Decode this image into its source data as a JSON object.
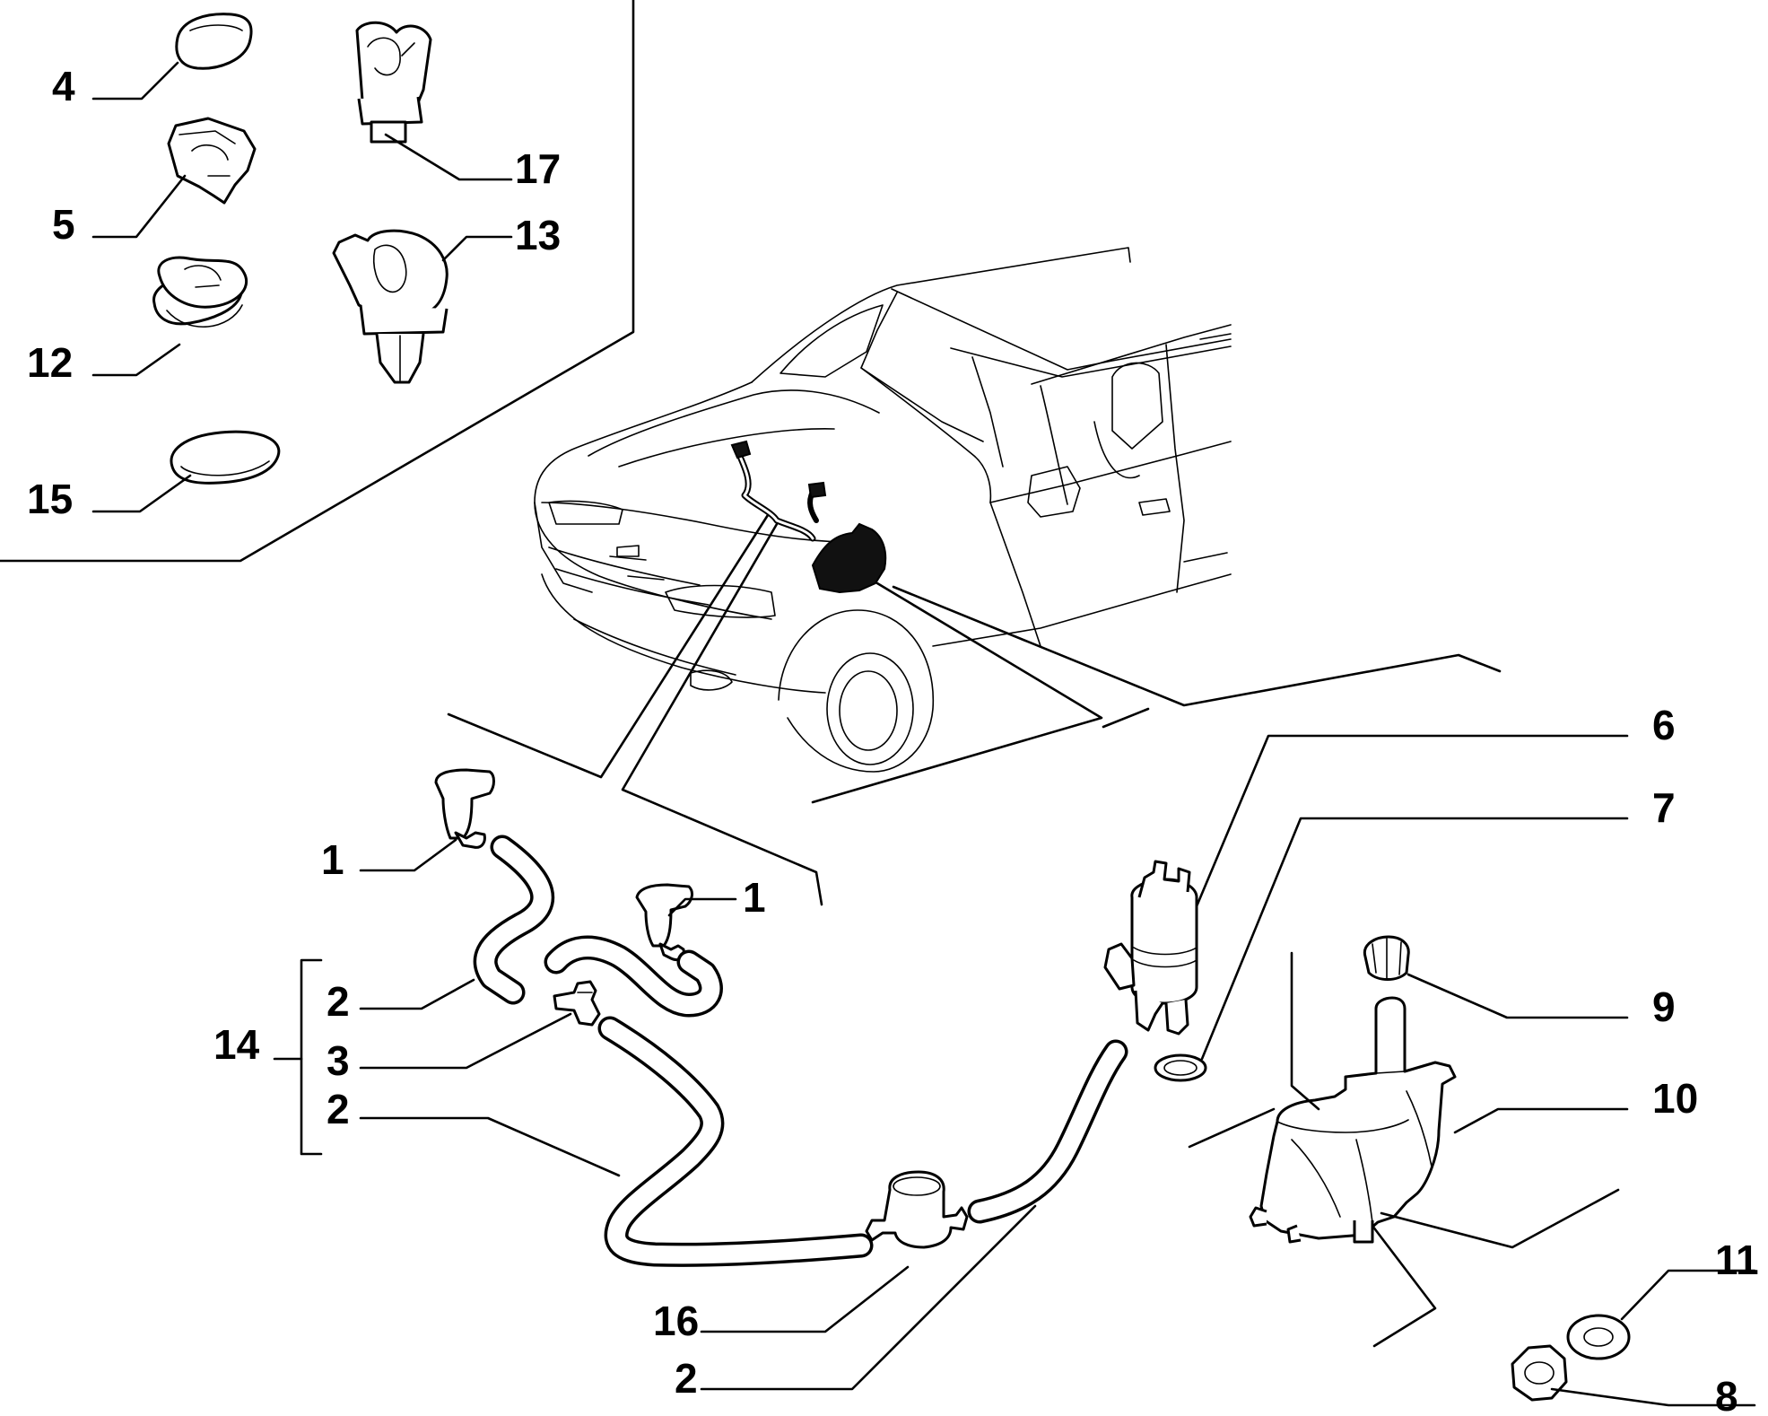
{
  "diagram": {
    "callouts": [
      "4",
      "5",
      "12",
      "15",
      "17",
      "13",
      "6",
      "7",
      "1",
      "1",
      "2",
      "14",
      "3",
      "2",
      "9",
      "10",
      "11",
      "16",
      "2",
      "8"
    ],
    "colors": {
      "line": "#000000",
      "background": "#ffffff"
    }
  }
}
